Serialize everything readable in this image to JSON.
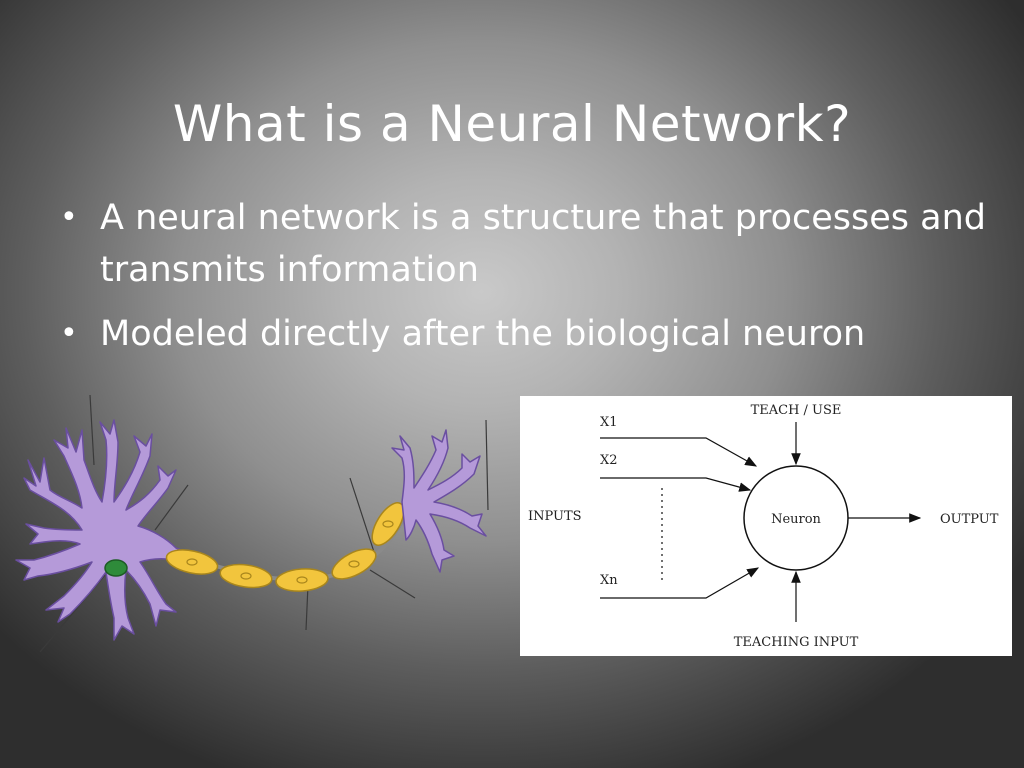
{
  "slide": {
    "title": "What is a Neural Network?",
    "bullets": [
      "A neural network is a structure that processes and transmits information",
      "Modeled directly after the biological neuron"
    ],
    "bullet_marker": "•"
  },
  "neuron_image": {
    "dendrite_color": "#b59ad9",
    "myelin_color": "#f2c53d",
    "nucleus_color": "#2e8b3a"
  },
  "diagram": {
    "inputs": [
      "X1",
      "X2",
      "Xn"
    ],
    "inputs_label": "INPUTS",
    "teach_label": "TEACH / USE",
    "neuron_label": "Neuron",
    "output_label": "OUTPUT",
    "teaching_input_label": "TEACHING INPUT"
  }
}
